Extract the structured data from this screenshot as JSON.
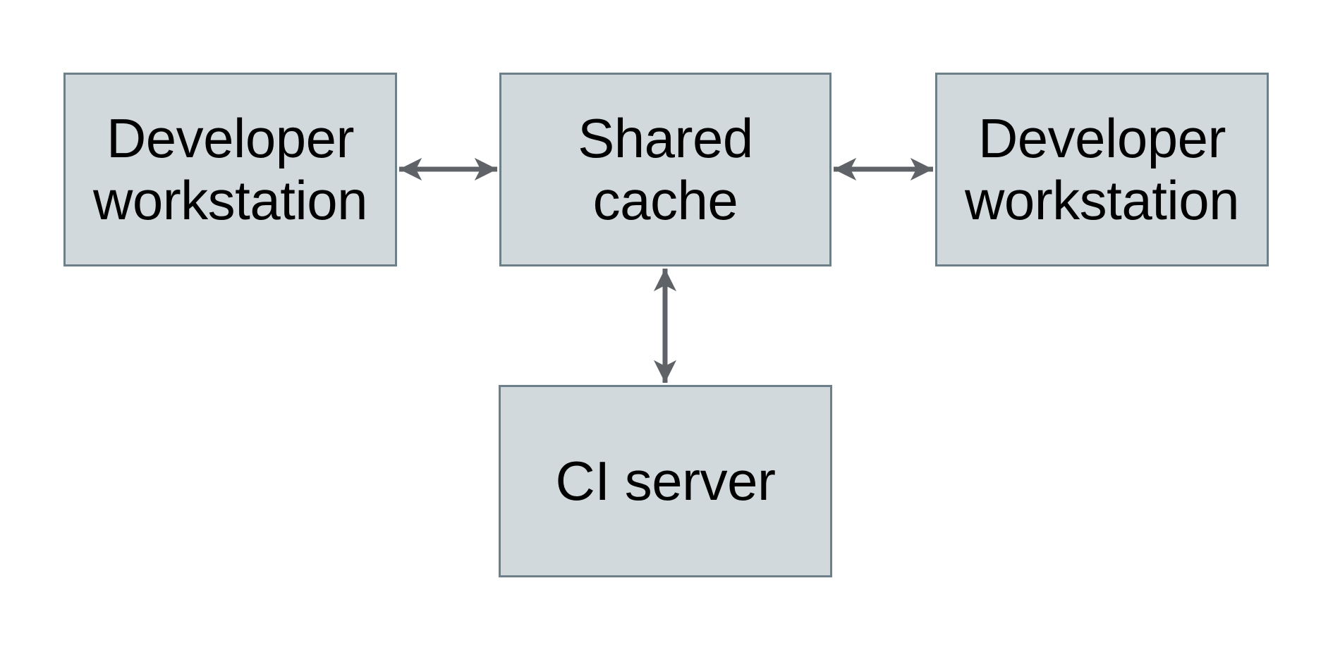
{
  "diagram": {
    "type": "architecture-diagram",
    "background": "#ffffff",
    "nodes": [
      {
        "id": "dev-left",
        "label": "Developer workstation",
        "lines": [
          "Developer",
          "workstation"
        ]
      },
      {
        "id": "cache",
        "label": "Shared cache",
        "lines": [
          "Shared",
          "cache"
        ]
      },
      {
        "id": "dev-right",
        "label": "Developer workstation",
        "lines": [
          "Developer",
          "workstation"
        ]
      },
      {
        "id": "ci",
        "label": "CI server",
        "lines": [
          "CI server",
          ""
        ]
      }
    ],
    "edges": [
      {
        "from": "dev-left",
        "to": "cache",
        "direction": "bidirectional",
        "orientation": "horizontal"
      },
      {
        "from": "cache",
        "to": "dev-right",
        "direction": "bidirectional",
        "orientation": "horizontal"
      },
      {
        "from": "cache",
        "to": "ci",
        "direction": "bidirectional",
        "orientation": "vertical"
      }
    ],
    "colors": {
      "node_fill": "#d2d9dd",
      "node_border": "#6d8089",
      "arrow": "#5f6368",
      "text": "#000000",
      "background": "#ffffff"
    }
  }
}
